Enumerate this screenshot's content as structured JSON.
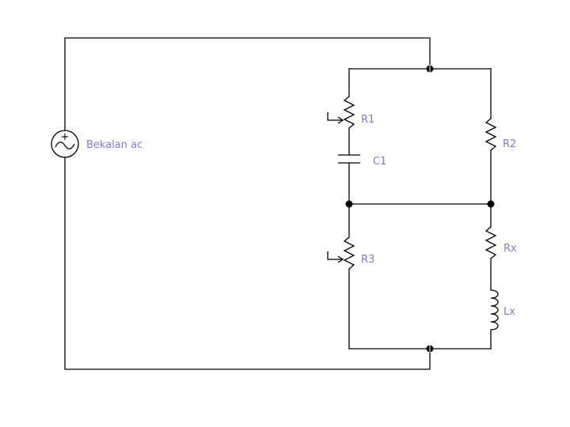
{
  "diagram": {
    "type": "ac-bridge-circuit",
    "colors": {
      "wire": "#000000",
      "label": "#7b7bd6",
      "background": "#ffffff"
    },
    "source": {
      "label": "Bekalan ac",
      "symbol": "ac-source-icon",
      "polarity": "+"
    },
    "components": {
      "r1": {
        "label": "R1",
        "kind": "variable-resistor"
      },
      "c1": {
        "label": "C1",
        "kind": "capacitor"
      },
      "r2": {
        "label": "R2",
        "kind": "resistor"
      },
      "r3": {
        "label": "R3",
        "kind": "variable-resistor"
      },
      "rx": {
        "label": "Rx",
        "kind": "resistor"
      },
      "lx": {
        "label": "Lx",
        "kind": "inductor"
      }
    }
  }
}
